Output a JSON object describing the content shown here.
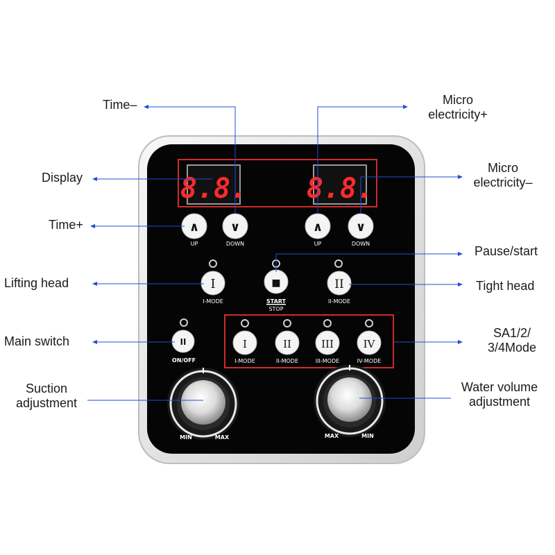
{
  "callouts": {
    "time_minus": "Time–",
    "display": "Display",
    "time_plus": "Time+",
    "lifting_head": "Lifting head",
    "main_switch": "Main switch",
    "suction_1": "Suction",
    "suction_2": "adjustment",
    "micro_plus_1": "Micro",
    "micro_plus_2": "electricity+",
    "micro_minus_1": "Micro",
    "micro_minus_2": "electricity–",
    "pause_start": "Pause/start",
    "tight_head": "Tight head",
    "sa_mode_1": "SA1/2/",
    "sa_mode_2": "3/4Mode",
    "water_1": "Water volume",
    "water_2": "adjustment"
  },
  "displays": {
    "left": "8.8.",
    "right": "8.8."
  },
  "buttons": {
    "up_label": "UP",
    "down_label": "DOWN",
    "up_glyph": "∧",
    "down_glyph": "∨",
    "i_mode_glyph": "I",
    "i_mode_label": "I-MODE",
    "start_label": "START",
    "stop_label": "STOP",
    "stop_glyph": "■",
    "ii_mode_glyph": "II",
    "ii_mode_label": "II-MODE",
    "onoff_glyph": "II",
    "onoff_label": "ON/OFF",
    "sa_modes": [
      {
        "glyph": "I",
        "label": "I-MODE"
      },
      {
        "glyph": "II",
        "label": "II-MODE"
      },
      {
        "glyph": "III",
        "label": "III-MODE"
      },
      {
        "glyph": "IV",
        "label": "IV-MODE"
      }
    ]
  },
  "knobs": {
    "left": {
      "min": "MIN",
      "max": "MAX"
    },
    "right": {
      "max": "MAX",
      "min": "MIN"
    }
  },
  "colors": {
    "panel": "#050505",
    "bezel": "#e6e6e6",
    "highlight_box": "#d22a2a",
    "leader_line": "#1f4fd6",
    "led_digit": "#ff2a2a",
    "button_face": "#f4f4f4",
    "indicator_ring": "#d0d0d0"
  }
}
